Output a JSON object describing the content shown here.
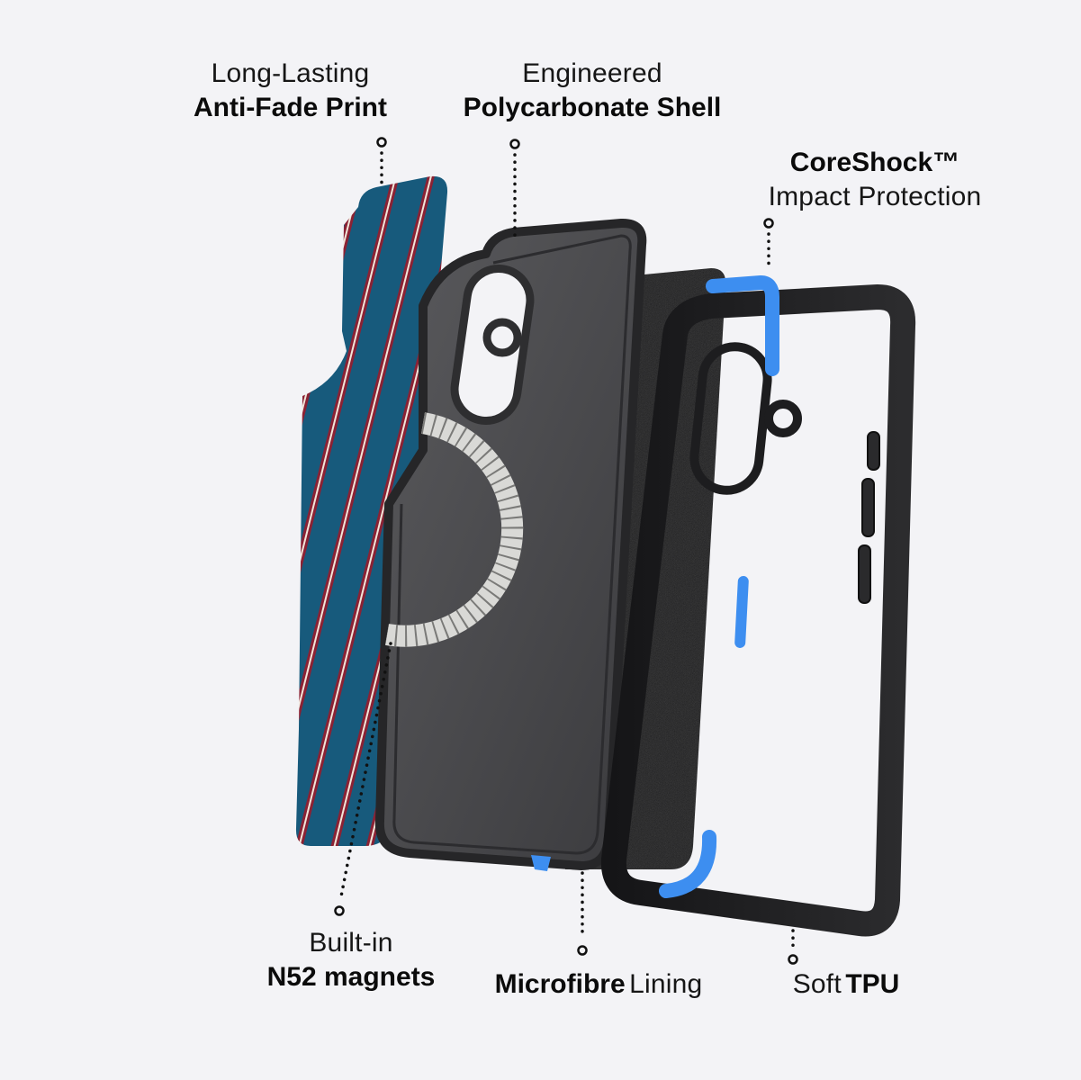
{
  "theme": {
    "background": "#f3f3f6",
    "text": "#111111",
    "print_base": "#175a7c",
    "print_stripe_red": "#8b2234",
    "print_stripe_cream": "#f1e6da",
    "shell_color": "#4a4a4c",
    "shell_rim": "#2a2a2c",
    "lining_color": "#1a1a1a",
    "tpu_color": "#1f1f21",
    "coreshock_blue": "#3d8ef0",
    "magnet_ring": "#d9d9d6"
  },
  "callouts": [
    {
      "id": "anti-fade-print",
      "line1": "Long-Lasting",
      "line2": "Anti-Fade Print",
      "line1_weight": "light",
      "line2_weight": "bold"
    },
    {
      "id": "polycarbonate-shell",
      "line1": "Engineered",
      "line2": "Polycarbonate Shell",
      "line1_weight": "light",
      "line2_weight": "bold"
    },
    {
      "id": "coreshock",
      "line1": "CoreShock™",
      "line2": "Impact Protection",
      "line1_weight": "bold",
      "line2_weight": "light"
    },
    {
      "id": "n52-magnets",
      "line1": "Built-in",
      "line2": "N52 magnets",
      "line1_weight": "light",
      "line2_weight": "bold"
    },
    {
      "id": "microfibre-lining",
      "bold_part": "Microfibre",
      "light_part": "Lining"
    },
    {
      "id": "soft-tpu",
      "light_part": "Soft",
      "bold_part": "TPU"
    }
  ],
  "layers": [
    {
      "name": "Anti-Fade Print back plate"
    },
    {
      "name": "Polycarbonate shell with MagSafe ring"
    },
    {
      "name": "Microfibre lining"
    },
    {
      "name": "TPU bumper frame with CoreShock corners"
    }
  ]
}
